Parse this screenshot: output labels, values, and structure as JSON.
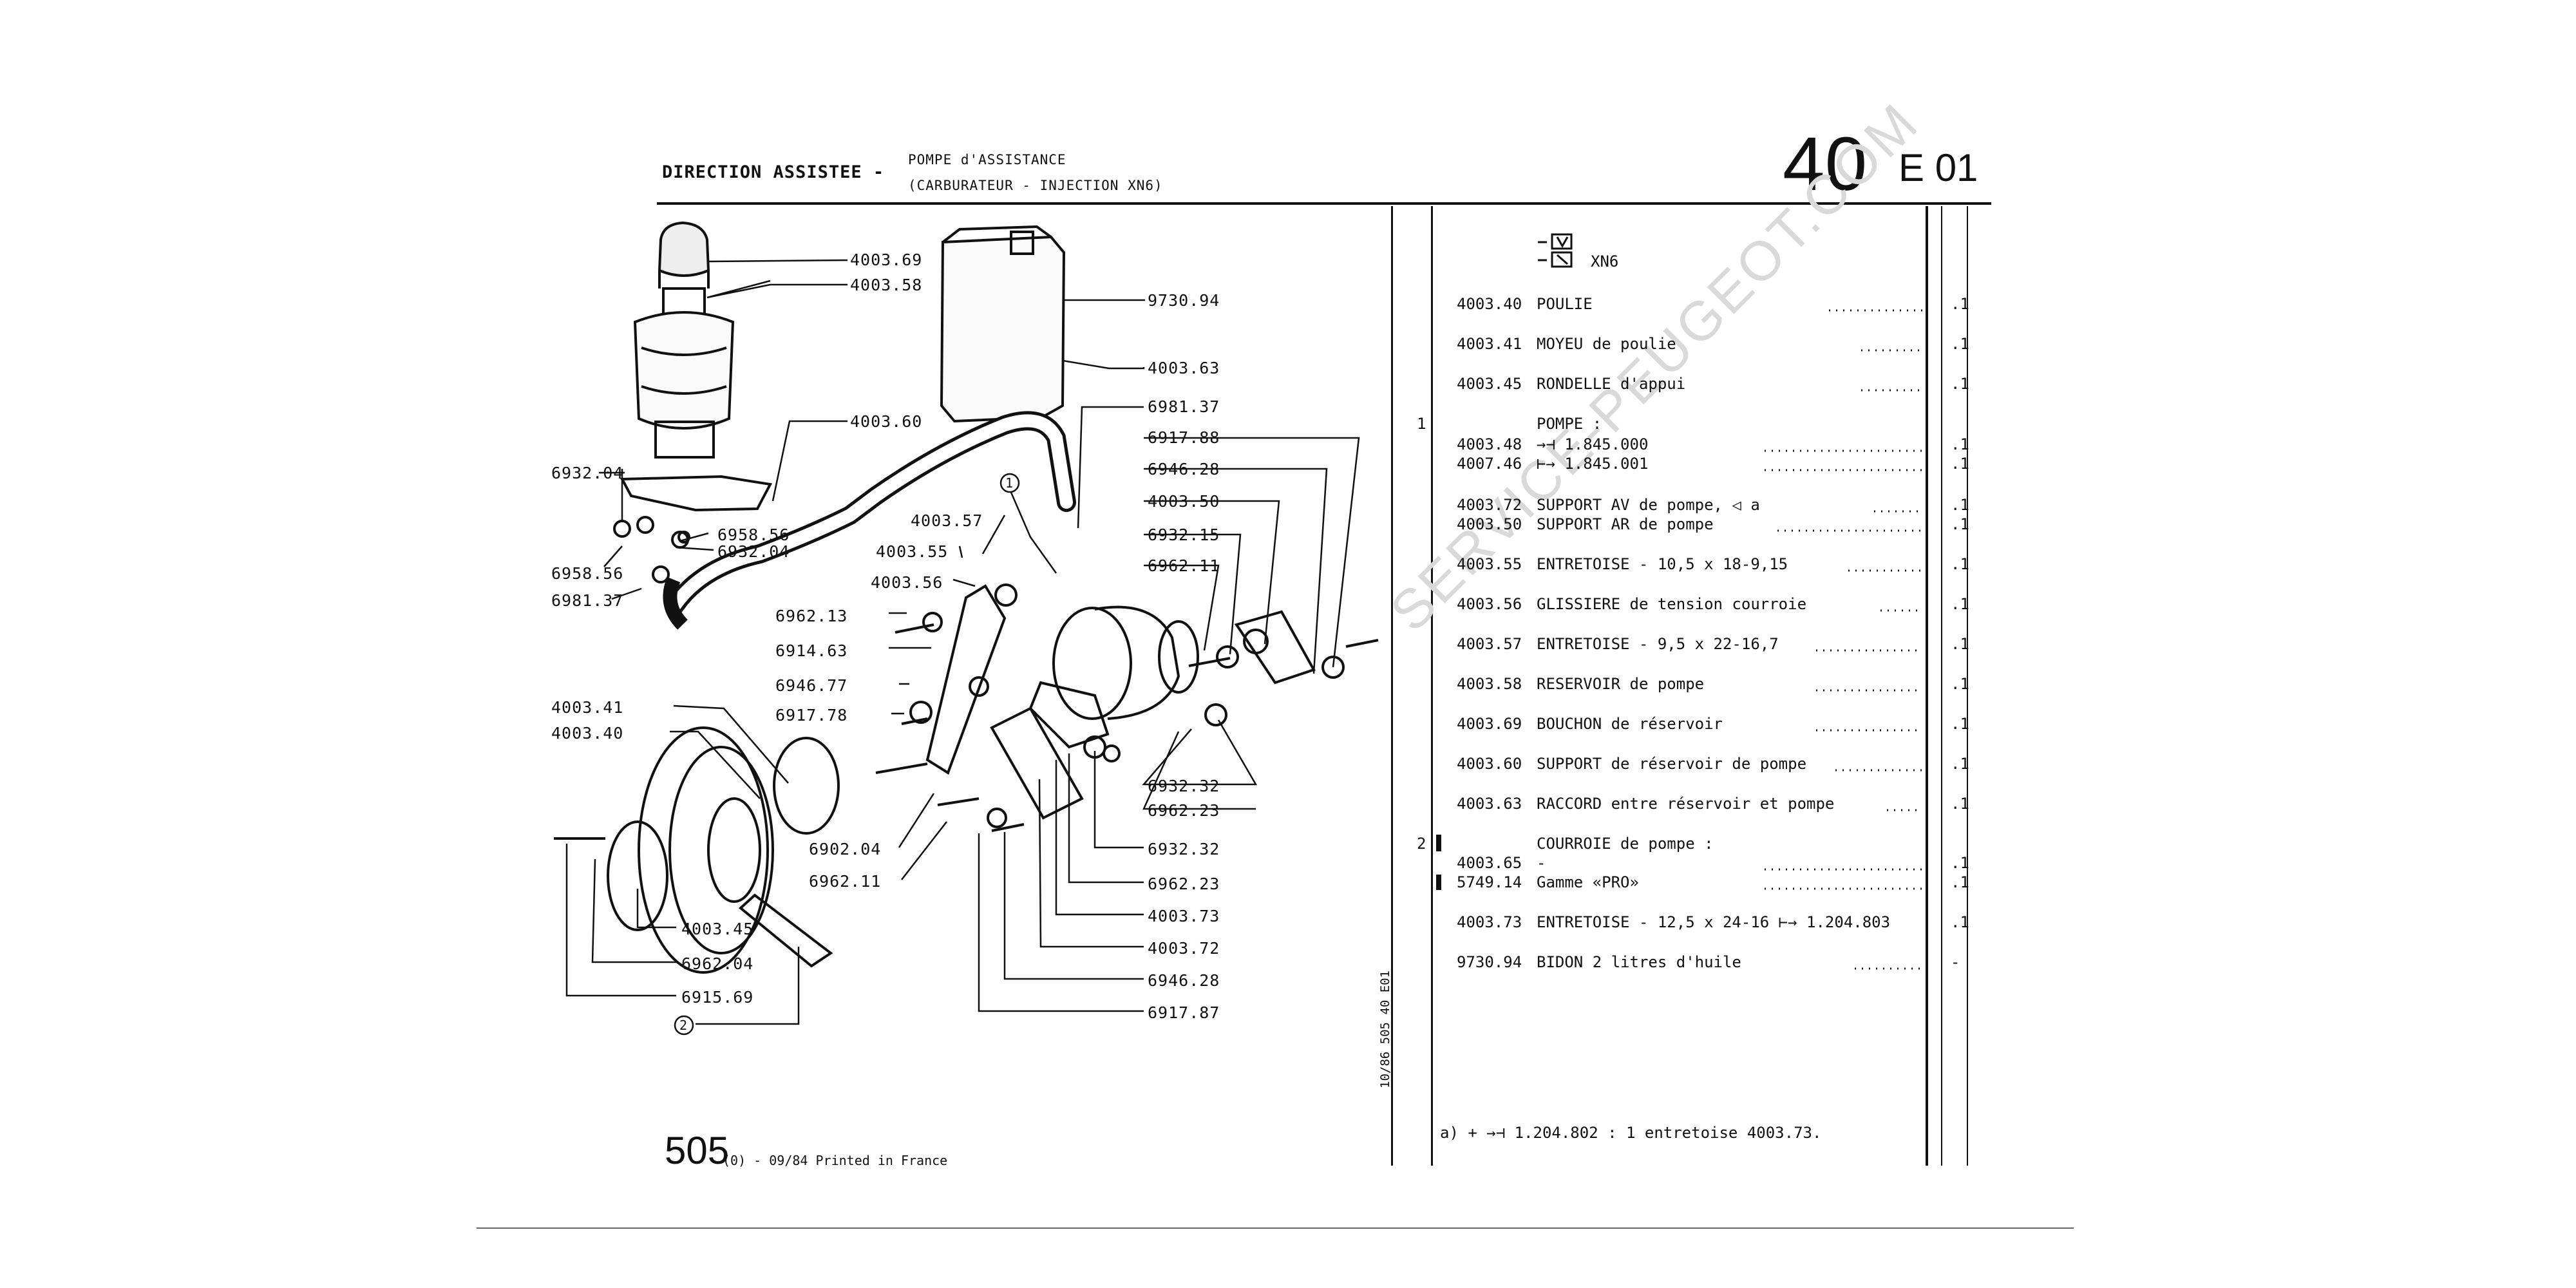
{
  "header": {
    "section": "DIRECTION ASSISTEE -",
    "subtitle1": "POMPE d'ASSISTANCE",
    "subtitle2": "(CARBURATEUR - INJECTION XN6)",
    "page_number": "40",
    "page_code": "E 01"
  },
  "diagram": {
    "labels": {
      "l4003_69": "4003.69",
      "l4003_58": "4003.58",
      "l9730_94": "9730.94",
      "l4003_63": "4003.63",
      "l6981_37a": "6981.37",
      "l4003_60": "4003.60",
      "l6917_88": "6917.88",
      "l6946_28a": "6946.28",
      "l4003_50": "4003.50",
      "l6932_04a": "6932.04",
      "l6958_56a": "6958.56",
      "l6932_04b": "6932.04",
      "l6958_56b": "6958.56",
      "l6981_37b": "6981.37",
      "l4003_57": "4003.57",
      "l6932_15": "6932.15",
      "l4003_55": "4003.55",
      "l6962_11a": "6962.11",
      "l4003_56": "4003.56",
      "l6962_13": "6962.13",
      "l6914_63": "6914.63",
      "l6946_77": "6946.77",
      "l6917_78": "6917.78",
      "l4003_41": "4003.41",
      "l4003_40": "4003.40",
      "l6932_32a": "6932.32",
      "l6962_23a": "6962.23",
      "l6902_04": "6902.04",
      "l6932_32b": "6932.32",
      "l6962_11b": "6962.11",
      "l6962_23b": "6962.23",
      "l4003_73": "4003.73",
      "l4003_45": "4003.45",
      "l4003_72": "4003.72",
      "l6962_04": "6962.04",
      "l6946_28b": "6946.28",
      "l6915_69": "6915.69",
      "l6917_87": "6917.87",
      "callout1": "1",
      "callout2": "2"
    }
  },
  "parts_list": {
    "variant_label": "XN6",
    "rows": [
      {
        "ref": "4003.40",
        "desc": "POULIE",
        "qty": ".1"
      },
      {
        "ref": "4003.41",
        "desc": "MOYEU de poulie",
        "qty": ".1"
      },
      {
        "ref": "4003.45",
        "desc": "RONDELLE d'appui",
        "qty": ".1"
      },
      {
        "ref": "",
        "desc": "POMPE :",
        "qty": ""
      },
      {
        "ref": "4003.48",
        "desc": "→⊣ 1.845.000",
        "qty": ".1"
      },
      {
        "ref": "4007.46",
        "desc": "⊢→ 1.845.001",
        "qty": ".1"
      },
      {
        "ref": "4003.72",
        "desc": "SUPPORT AV de pompe, ◁ a",
        "qty": ".1"
      },
      {
        "ref": "4003.50",
        "desc": "SUPPORT AR de pompe",
        "qty": ".1"
      },
      {
        "ref": "4003.55",
        "desc": "ENTRETOISE - 10,5 x 18-9,15",
        "qty": ".1"
      },
      {
        "ref": "4003.56",
        "desc": "GLISSIERE de tension courroie",
        "qty": ".1"
      },
      {
        "ref": "4003.57",
        "desc": "ENTRETOISE - 9,5 x 22-16,7",
        "qty": ".1"
      },
      {
        "ref": "4003.58",
        "desc": "RESERVOIR de pompe",
        "qty": ".1"
      },
      {
        "ref": "4003.69",
        "desc": "BOUCHON de réservoir",
        "qty": ".1"
      },
      {
        "ref": "4003.60",
        "desc": "SUPPORT de réservoir de pompe",
        "qty": ".1"
      },
      {
        "ref": "4003.63",
        "desc": "RACCORD entre réservoir et pompe",
        "qty": ".1"
      },
      {
        "ref": "",
        "desc": "COURROIE de pompe :",
        "qty": ""
      },
      {
        "ref": "4003.65",
        "desc": "-",
        "qty": ".1"
      },
      {
        "ref": "5749.14",
        "desc": "Gamme «PRO»",
        "qty": ".1"
      },
      {
        "ref": "4003.73",
        "desc": "ENTRETOISE - 12,5 x 24-16 ⊢→ 1.204.803",
        "qty": ".1"
      },
      {
        "ref": "9730.94",
        "desc": "BIDON 2 litres d'huile",
        "qty": "-"
      }
    ],
    "margin_marks": {
      "pompe": "1",
      "courroie": "2"
    }
  },
  "note": "a) + →⊣ 1.204.802 : 1 entretoise 4003.73.",
  "footer": {
    "model": "505",
    "printed": "(0) - 09/84 Printed in France",
    "vertical_code": "10/86  505  40  E01"
  },
  "watermark": "SERVICE-PEUGEOT.COM"
}
